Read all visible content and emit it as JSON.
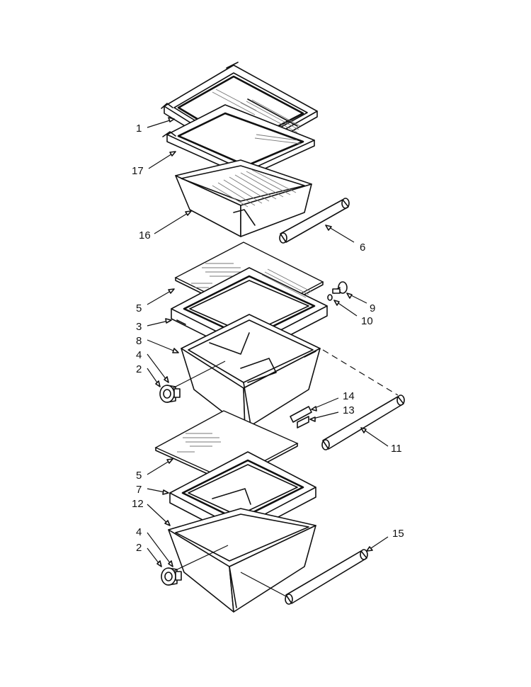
{
  "callouts": [
    {
      "id": "c1",
      "text": "1"
    },
    {
      "id": "c17",
      "text": "17"
    },
    {
      "id": "c16",
      "text": "16"
    },
    {
      "id": "c6",
      "text": "6"
    },
    {
      "id": "c5a",
      "text": "5"
    },
    {
      "id": "c3",
      "text": "3"
    },
    {
      "id": "c8",
      "text": "8"
    },
    {
      "id": "c4a",
      "text": "4"
    },
    {
      "id": "c2a",
      "text": "2"
    },
    {
      "id": "c9",
      "text": "9"
    },
    {
      "id": "c10",
      "text": "10"
    },
    {
      "id": "c14",
      "text": "14"
    },
    {
      "id": "c13",
      "text": "13"
    },
    {
      "id": "c11",
      "text": "11"
    },
    {
      "id": "c5b",
      "text": "5"
    },
    {
      "id": "c7",
      "text": "7"
    },
    {
      "id": "c12",
      "text": "12"
    },
    {
      "id": "c4b",
      "text": "4"
    },
    {
      "id": "c2b",
      "text": "2"
    },
    {
      "id": "c15",
      "text": "15"
    }
  ]
}
